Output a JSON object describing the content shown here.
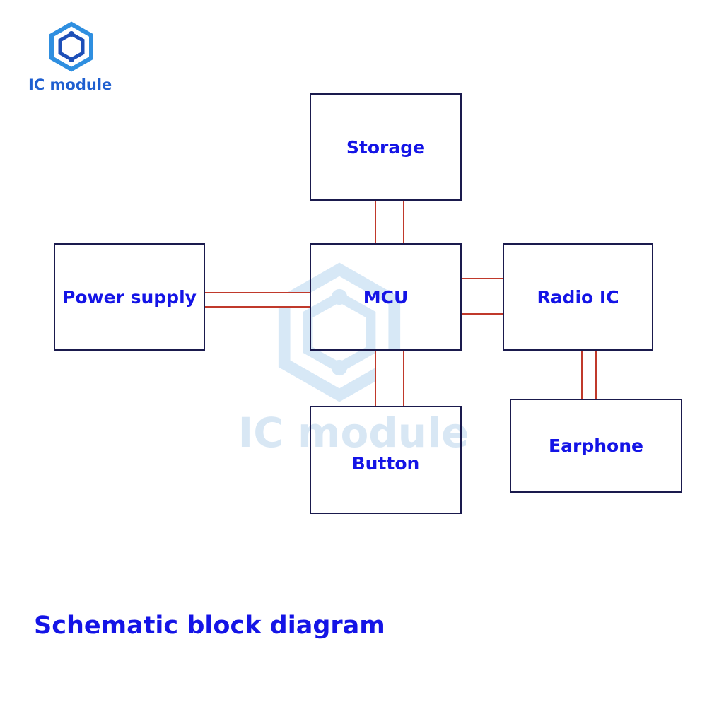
{
  "logo": {
    "text": "IC module"
  },
  "watermark": {
    "text": "IC module"
  },
  "blocks": {
    "storage": "Storage",
    "power_supply": "Power supply",
    "mcu": "MCU",
    "radio_ic": "Radio IC",
    "button": "Button",
    "earphone": "Earphone"
  },
  "caption": "Schematic block diagram",
  "colors": {
    "text_blue": "#1414e6",
    "logo_blue": "#1f5fd0",
    "connector_red": "#c0392b",
    "block_border": "#1a1a4d"
  }
}
